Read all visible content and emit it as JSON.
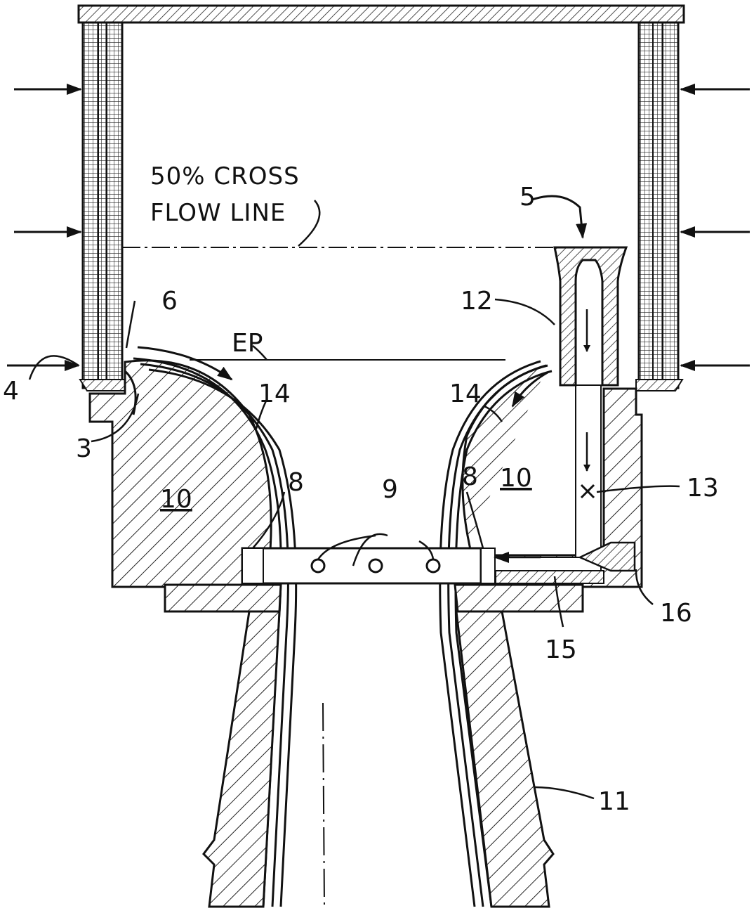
{
  "figure": {
    "annotation": {
      "line1": "50% CROSS",
      "line2": "FLOW LINE"
    },
    "labels": {
      "l3": "3",
      "l4": "4",
      "l5": "5",
      "l6": "6",
      "l8a": "8",
      "l8b": "8",
      "l9": "9",
      "l10a": "10",
      "l10b": "10",
      "l11": "11",
      "l12": "12",
      "l13": "13",
      "l14a": "14",
      "l14b": "14",
      "l15": "15",
      "l16": "16",
      "ep": "EP"
    }
  }
}
